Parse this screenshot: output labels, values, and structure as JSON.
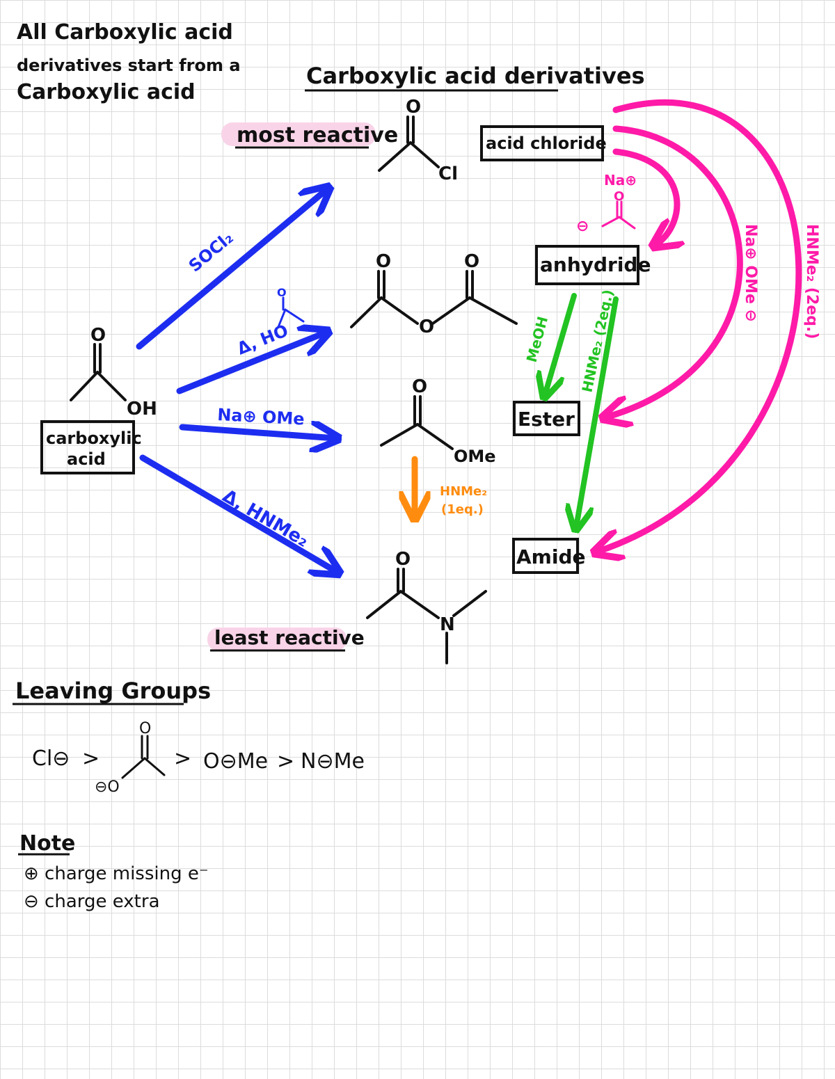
{
  "notes": {
    "intro_line1": "All Carboxylic acid",
    "intro_line2": "derivatives start from a",
    "intro_line3": "Carboxylic acid"
  },
  "title": "Carboxylic acid derivatives",
  "labels": {
    "most_reactive": "most reactive",
    "least_reactive": "least reactive",
    "acid_chloride": "acid chloride",
    "anhydride": "anhydride",
    "ester": "Ester",
    "amide": "Amide",
    "carboxylic_acid_line1": "carboxylic",
    "carboxylic_acid_line2": "acid"
  },
  "structures": {
    "acid_O": "O",
    "acid_OH": "OH",
    "chloride_O": "O",
    "chloride_Cl": "Cl",
    "anhydride_O1": "O",
    "anhydride_O2": "O",
    "anhydride_O3": "O",
    "ester_O": "O",
    "ester_OMe": "OMe",
    "amide_O": "O",
    "amide_N": "N",
    "reagent_ho": "HO",
    "reagent_o": "O",
    "acetate_o": "O",
    "acetate_charge": "⊖O"
  },
  "reagents": {
    "socl2": "SOCl₂",
    "delta_ho": "Δ, HO",
    "na_ome": "Na⊕ OMe",
    "delta_hnme2": "Δ, HNMe₂",
    "na_plus": "Na⊕",
    "acetate_minus": "⊖",
    "na_ome_pink": "Na⊕ OMe ⊖",
    "hnme2_2eq_pink": "HNMe₂ (2eq.)",
    "meoh": "MeOH",
    "hnme2_2eq_green": "HNMe₂ (2eq.)",
    "hnme2_1eq_line1": "HNMe₂",
    "hnme2_1eq_line2": "(1eq.)"
  },
  "leaving_groups": {
    "heading": "Leaving Groups",
    "cl": "Cl⊖",
    "gt1": ">",
    "gt2": ">",
    "ome": "O⊖Me",
    "gt3": ">",
    "nme": "N⊖Me"
  },
  "note": {
    "heading": "Note",
    "line1": "⊕ charge missing e⁻",
    "line2": "⊖ charge extra"
  },
  "colors": {
    "blue": "#1d2df0",
    "pink": "#ff1aa8",
    "green": "#22c322",
    "orange": "#ff8c0f",
    "highlight": "#f9d4e8",
    "ink": "#111111"
  }
}
